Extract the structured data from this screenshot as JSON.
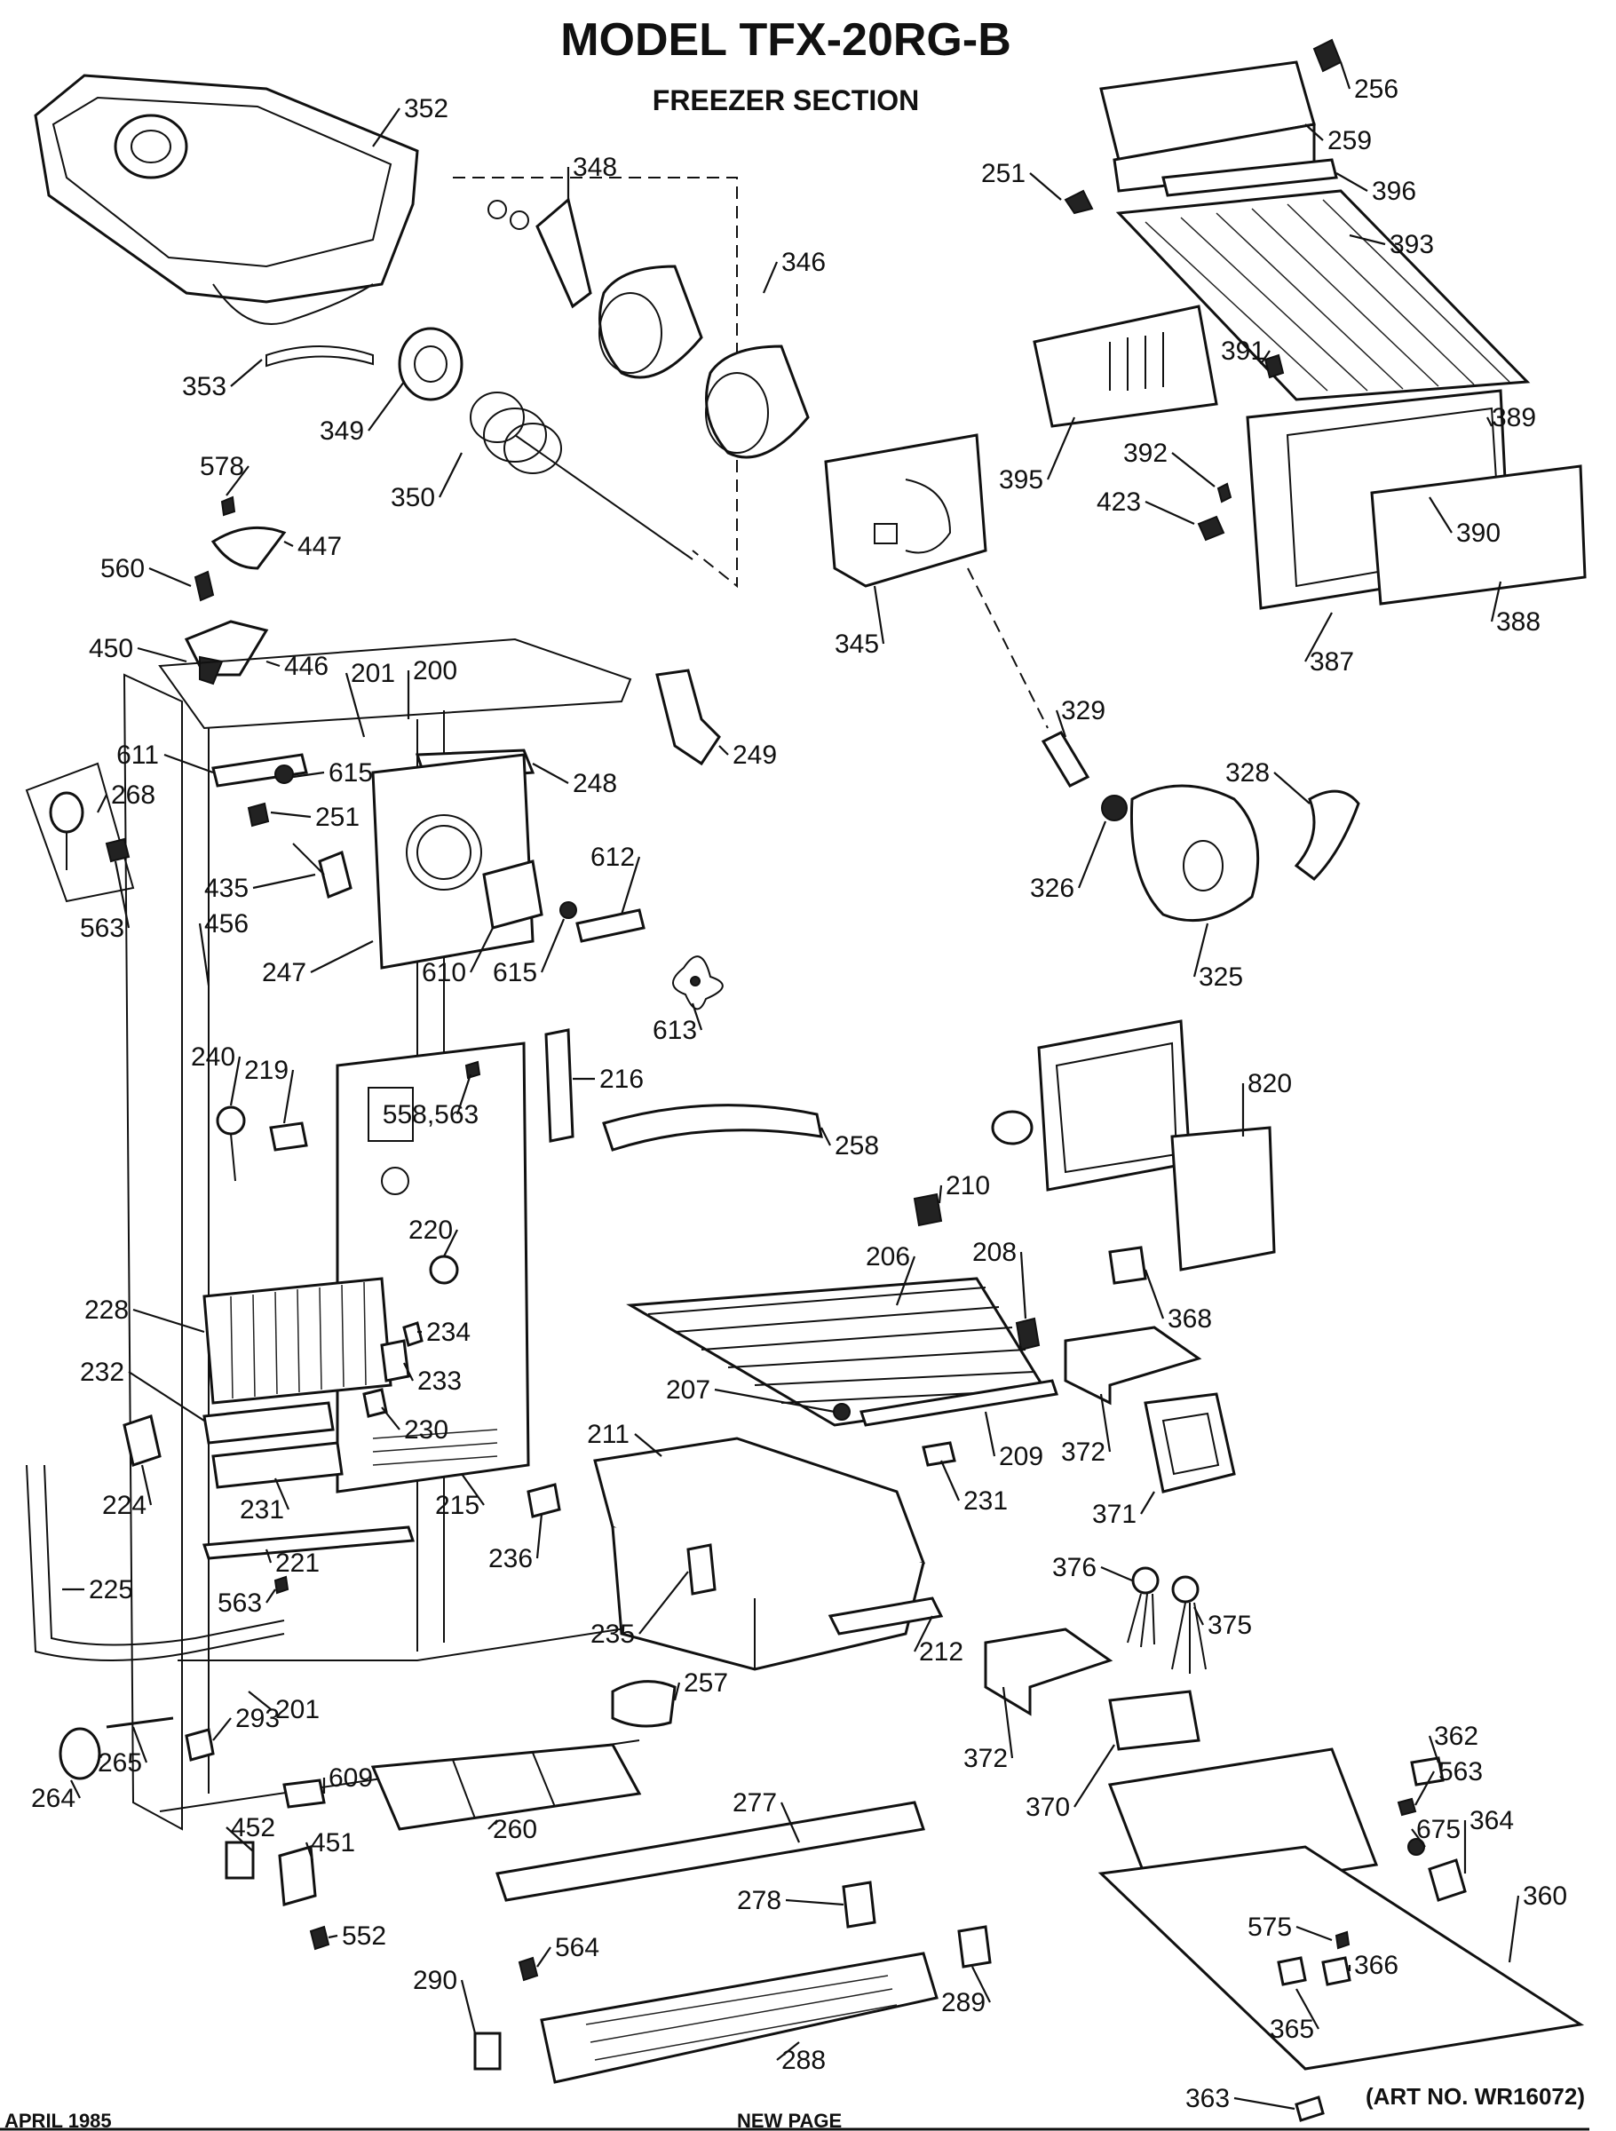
{
  "header": {
    "title": "MODEL TFX-20RG-B",
    "subtitle": "FREEZER SECTION"
  },
  "footer": {
    "date": "APRIL 1985",
    "note": "NEW PAGE",
    "art_number": "(ART NO. WR16072)"
  },
  "callouts": [
    {
      "id": "c352",
      "label": "352"
    },
    {
      "id": "c348",
      "label": "348"
    },
    {
      "id": "c346",
      "label": "346"
    },
    {
      "id": "c353",
      "label": "353"
    },
    {
      "id": "c349",
      "label": "349"
    },
    {
      "id": "c350",
      "label": "350"
    },
    {
      "id": "c345",
      "label": "345"
    },
    {
      "id": "c256",
      "label": "256"
    },
    {
      "id": "c259",
      "label": "259"
    },
    {
      "id": "c251a",
      "label": "251"
    },
    {
      "id": "c396",
      "label": "396"
    },
    {
      "id": "c393",
      "label": "393"
    },
    {
      "id": "c391",
      "label": "391"
    },
    {
      "id": "c389",
      "label": "389"
    },
    {
      "id": "c395",
      "label": "395"
    },
    {
      "id": "c392",
      "label": "392"
    },
    {
      "id": "c423",
      "label": "423"
    },
    {
      "id": "c390",
      "label": "390"
    },
    {
      "id": "c388",
      "label": "388"
    },
    {
      "id": "c387",
      "label": "387"
    },
    {
      "id": "c578",
      "label": "578"
    },
    {
      "id": "c447",
      "label": "447"
    },
    {
      "id": "c560",
      "label": "560"
    },
    {
      "id": "c450",
      "label": "450"
    },
    {
      "id": "c446",
      "label": "446"
    },
    {
      "id": "c201a",
      "label": "201"
    },
    {
      "id": "c200",
      "label": "200"
    },
    {
      "id": "c249",
      "label": "249"
    },
    {
      "id": "c611",
      "label": "611"
    },
    {
      "id": "c615a",
      "label": "615"
    },
    {
      "id": "c248",
      "label": "248"
    },
    {
      "id": "c268",
      "label": "268"
    },
    {
      "id": "c251b",
      "label": "251"
    },
    {
      "id": "c563a",
      "label": "563"
    },
    {
      "id": "c435",
      "label": "435"
    },
    {
      "id": "c456",
      "label": "456"
    },
    {
      "id": "c247",
      "label": "247"
    },
    {
      "id": "c610",
      "label": "610"
    },
    {
      "id": "c615b",
      "label": "615"
    },
    {
      "id": "c612",
      "label": "612"
    },
    {
      "id": "c613",
      "label": "613"
    },
    {
      "id": "c329",
      "label": "329"
    },
    {
      "id": "c328",
      "label": "328"
    },
    {
      "id": "c326",
      "label": "326"
    },
    {
      "id": "c325",
      "label": "325"
    },
    {
      "id": "c240",
      "label": "240"
    },
    {
      "id": "c219",
      "label": "219"
    },
    {
      "id": "c558",
      "label": "558,563"
    },
    {
      "id": "c216",
      "label": "216"
    },
    {
      "id": "c258",
      "label": "258"
    },
    {
      "id": "c820",
      "label": "820"
    },
    {
      "id": "c220",
      "label": "220"
    },
    {
      "id": "c210",
      "label": "210"
    },
    {
      "id": "c206",
      "label": "206"
    },
    {
      "id": "c208",
      "label": "208"
    },
    {
      "id": "c228",
      "label": "228"
    },
    {
      "id": "c234",
      "label": "234"
    },
    {
      "id": "c368",
      "label": "368"
    },
    {
      "id": "c233",
      "label": "233"
    },
    {
      "id": "c232",
      "label": "232"
    },
    {
      "id": "c230",
      "label": "230"
    },
    {
      "id": "c211",
      "label": "211"
    },
    {
      "id": "c207",
      "label": "207"
    },
    {
      "id": "c209",
      "label": "209"
    },
    {
      "id": "c372a",
      "label": "372"
    },
    {
      "id": "c224",
      "label": "224"
    },
    {
      "id": "c231a",
      "label": "231"
    },
    {
      "id": "c215",
      "label": "215"
    },
    {
      "id": "c231b",
      "label": "231"
    },
    {
      "id": "c371",
      "label": "371"
    },
    {
      "id": "c221",
      "label": "221"
    },
    {
      "id": "c236",
      "label": "236"
    },
    {
      "id": "c376",
      "label": "376"
    },
    {
      "id": "c375",
      "label": "375"
    },
    {
      "id": "c225",
      "label": "225"
    },
    {
      "id": "c563b",
      "label": "563"
    },
    {
      "id": "c235",
      "label": "235"
    },
    {
      "id": "c212",
      "label": "212"
    },
    {
      "id": "c201b",
      "label": "201"
    },
    {
      "id": "c257",
      "label": "257"
    },
    {
      "id": "c293",
      "label": "293"
    },
    {
      "id": "c265",
      "label": "265"
    },
    {
      "id": "c264",
      "label": "264"
    },
    {
      "id": "c609",
      "label": "609"
    },
    {
      "id": "c372b",
      "label": "372"
    },
    {
      "id": "c260",
      "label": "260"
    },
    {
      "id": "c277",
      "label": "277"
    },
    {
      "id": "c362",
      "label": "362"
    },
    {
      "id": "c563c",
      "label": "563"
    },
    {
      "id": "c370",
      "label": "370"
    },
    {
      "id": "c675",
      "label": "675"
    },
    {
      "id": "c364",
      "label": "364"
    },
    {
      "id": "c452",
      "label": "452"
    },
    {
      "id": "c451",
      "label": "451"
    },
    {
      "id": "c552",
      "label": "552"
    },
    {
      "id": "c278",
      "label": "278"
    },
    {
      "id": "c360",
      "label": "360"
    },
    {
      "id": "c575",
      "label": "575"
    },
    {
      "id": "c366",
      "label": "366"
    },
    {
      "id": "c290",
      "label": "290"
    },
    {
      "id": "c564",
      "label": "564"
    },
    {
      "id": "c289",
      "label": "289"
    },
    {
      "id": "c288",
      "label": "288"
    },
    {
      "id": "c365",
      "label": "365"
    },
    {
      "id": "c363",
      "label": "363"
    }
  ]
}
